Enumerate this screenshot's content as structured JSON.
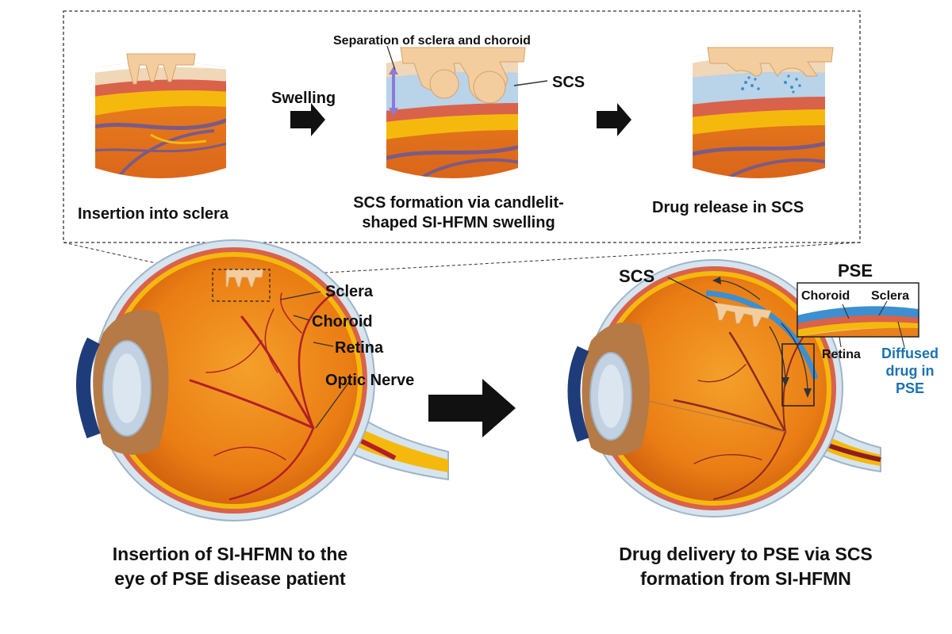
{
  "top_panel": {
    "step1_caption": "Insertion into sclera",
    "swelling_label": "Swelling",
    "separation_label": "Separation of sclera and choroid",
    "scs_label": "SCS",
    "step2_caption_line1": "SCS formation via candlelit-",
    "step2_caption_line2": "shaped SI-HFMN swelling",
    "step3_caption": "Drug release in SCS"
  },
  "left_eye": {
    "labels": [
      "Sclera",
      "Choroid",
      "Retina",
      "Optic Nerve"
    ],
    "caption_line1": "Insertion of SI-HFMN to the",
    "caption_line2": "eye of PSE disease patient"
  },
  "right_eye": {
    "scs_label": "SCS",
    "inset_title": "PSE",
    "inset_labels": [
      "Choroid",
      "Sclera",
      "Retina"
    ],
    "diffused_line1": "Diffused",
    "diffused_line2": "drug in",
    "diffused_line3": "PSE",
    "caption_line1": "Drug delivery to PSE via SCS",
    "caption_line2": "formation from SI-HFMN"
  },
  "colors": {
    "sclera": "#f0d7b8",
    "choroid": "#d9624a",
    "retina_band": "#f5b90d",
    "tissue": "#e8801e",
    "vessel": "#7b5b86",
    "scs": "#b9d3e8",
    "needle": "#f3cd9e",
    "drug": "#3c8fd0",
    "arrow": "#111111"
  }
}
